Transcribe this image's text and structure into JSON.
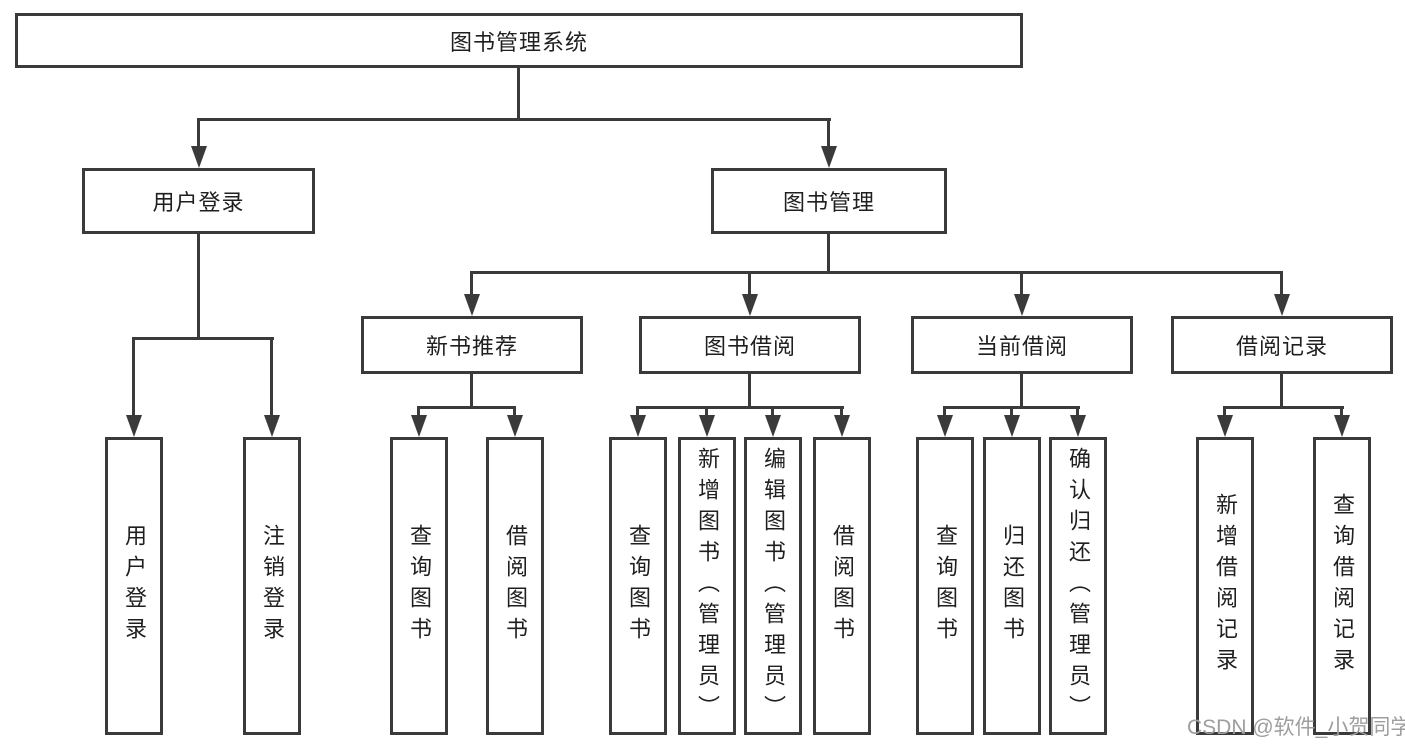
{
  "root": {
    "label": "图书管理系统"
  },
  "branches": [
    {
      "label": "用户登录",
      "children": [
        {
          "label": "用户登录"
        },
        {
          "label": "注销登录"
        }
      ]
    },
    {
      "label": "图书管理",
      "children": [
        {
          "label": "新书推荐",
          "children": [
            {
              "label": "查询图书"
            },
            {
              "label": "借阅图书"
            }
          ]
        },
        {
          "label": "图书借阅",
          "children": [
            {
              "label": "查询图书"
            },
            {
              "label": "新增图书（管理员）"
            },
            {
              "label": "编辑图书（管理员）"
            },
            {
              "label": "借阅图书"
            }
          ]
        },
        {
          "label": "当前借阅",
          "children": [
            {
              "label": "查询图书"
            },
            {
              "label": "归还图书"
            },
            {
              "label": "确认归还（管理员）"
            }
          ]
        },
        {
          "label": "借阅记录",
          "children": [
            {
              "label": "新增借阅记录"
            },
            {
              "label": "查询借阅记录"
            }
          ]
        }
      ]
    }
  ],
  "watermark": {
    "text": "CSDN @软件_小贺同学"
  },
  "colors": {
    "line": "#3a3a3a",
    "text": "#1f1f1f",
    "watermark": "#9e9e9e",
    "background": "#ffffff"
  }
}
